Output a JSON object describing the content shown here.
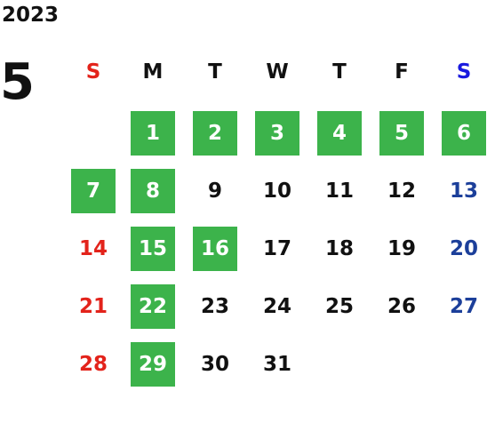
{
  "calendar": {
    "year": "2023",
    "month": "5",
    "weekdays": [
      "S",
      "M",
      "T",
      "W",
      "T",
      "F",
      "S"
    ],
    "start_weekday": 1,
    "days_in_month": 31,
    "holidays": [
      1,
      2,
      3,
      4,
      5,
      6,
      7,
      8,
      15,
      16,
      22,
      29
    ],
    "colors": {
      "sunday": "#e3231b",
      "saturday_header": "#1a1adf",
      "saturday": "#1c3f9a",
      "holiday_bg": "#3cb34b",
      "text": "#111111"
    }
  }
}
